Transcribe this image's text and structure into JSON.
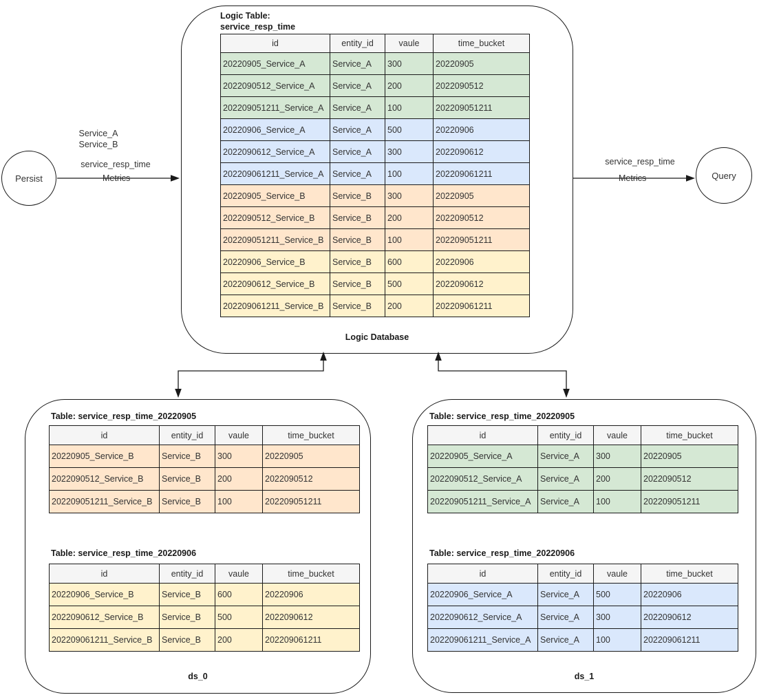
{
  "colors": {
    "green": "#d5e8d4",
    "blue": "#dae8fc",
    "orange": "#ffe6cc",
    "yellow": "#fff2cc",
    "header_bg": "#f5f5f5",
    "border": "#1a1a1a"
  },
  "nodes": {
    "persist": {
      "label": "Persist"
    },
    "query": {
      "label": "Query"
    },
    "logic_db": {
      "label": "Logic Database"
    },
    "ds_0": {
      "label": "ds_0"
    },
    "ds_1": {
      "label": "ds_1"
    }
  },
  "edges": {
    "persist_to_db": {
      "services_label": "Service_A\nService_B",
      "metric_name": "service_resp_time",
      "line_label": "Metrics"
    },
    "db_to_query": {
      "metric_name": "service_resp_time",
      "line_label": "Metrics"
    }
  },
  "tables": {
    "logic": {
      "title": "Logic Table:\nservice_resp_time",
      "columns": [
        "id",
        "entity_id",
        "vaule",
        "time_bucket"
      ],
      "rows": [
        {
          "color": "green",
          "cells": [
            "20220905_Service_A",
            "Service_A",
            "300",
            "20220905"
          ]
        },
        {
          "color": "green",
          "cells": [
            "2022090512_Service_A",
            "Service_A",
            "200",
            "2022090512"
          ]
        },
        {
          "color": "green",
          "cells": [
            "202209051211_Service_A",
            "Service_A",
            "100",
            "202209051211"
          ]
        },
        {
          "color": "blue",
          "cells": [
            "20220906_Service_A",
            "Service_A",
            "500",
            "20220906"
          ]
        },
        {
          "color": "blue",
          "cells": [
            "2022090612_Service_A",
            "Service_A",
            "300",
            "2022090612"
          ]
        },
        {
          "color": "blue",
          "cells": [
            "202209061211_Service_A",
            "Service_A",
            "100",
            "202209061211"
          ]
        },
        {
          "color": "orange",
          "cells": [
            "20220905_Service_B",
            "Service_B",
            "300",
            "20220905"
          ]
        },
        {
          "color": "orange",
          "cells": [
            "2022090512_Service_B",
            "Service_B",
            "200",
            "2022090512"
          ]
        },
        {
          "color": "orange",
          "cells": [
            "202209051211_Service_B",
            "Service_B",
            "100",
            "202209051211"
          ]
        },
        {
          "color": "yellow",
          "cells": [
            "20220906_Service_B",
            "Service_B",
            "600",
            "20220906"
          ]
        },
        {
          "color": "yellow",
          "cells": [
            "2022090612_Service_B",
            "Service_B",
            "500",
            "2022090612"
          ]
        },
        {
          "color": "yellow",
          "cells": [
            "202209061211_Service_B",
            "Service_B",
            "200",
            "202209061211"
          ]
        }
      ]
    },
    "ds0_t1": {
      "title": "Table: service_resp_time_20220905",
      "columns": [
        "id",
        "entity_id",
        "vaule",
        "time_bucket"
      ],
      "rows": [
        {
          "color": "orange",
          "cells": [
            "20220905_Service_B",
            "Service_B",
            "300",
            "20220905"
          ]
        },
        {
          "color": "orange",
          "cells": [
            "2022090512_Service_B",
            "Service_B",
            "200",
            "2022090512"
          ]
        },
        {
          "color": "orange",
          "cells": [
            "202209051211_Service_B",
            "Service_B",
            "100",
            "202209051211"
          ]
        }
      ]
    },
    "ds0_t2": {
      "title": "Table: service_resp_time_20220906",
      "columns": [
        "id",
        "entity_id",
        "vaule",
        "time_bucket"
      ],
      "rows": [
        {
          "color": "yellow",
          "cells": [
            "20220906_Service_B",
            "Service_B",
            "600",
            "20220906"
          ]
        },
        {
          "color": "yellow",
          "cells": [
            "2022090612_Service_B",
            "Service_B",
            "500",
            "2022090612"
          ]
        },
        {
          "color": "yellow",
          "cells": [
            "202209061211_Service_B",
            "Service_B",
            "200",
            "202209061211"
          ]
        }
      ]
    },
    "ds1_t1": {
      "title": "Table: service_resp_time_20220905",
      "columns": [
        "id",
        "entity_id",
        "vaule",
        "time_bucket"
      ],
      "rows": [
        {
          "color": "green",
          "cells": [
            "20220905_Service_A",
            "Service_A",
            "300",
            "20220905"
          ]
        },
        {
          "color": "green",
          "cells": [
            "2022090512_Service_A",
            "Service_A",
            "200",
            "2022090512"
          ]
        },
        {
          "color": "green",
          "cells": [
            "202209051211_Service_A",
            "Service_A",
            "100",
            "202209051211"
          ]
        }
      ]
    },
    "ds1_t2": {
      "title": "Table: service_resp_time_20220906",
      "columns": [
        "id",
        "entity_id",
        "vaule",
        "time_bucket"
      ],
      "rows": [
        {
          "color": "blue",
          "cells": [
            "20220906_Service_A",
            "Service_A",
            "500",
            "20220906"
          ]
        },
        {
          "color": "blue",
          "cells": [
            "2022090612_Service_A",
            "Service_A",
            "300",
            "2022090612"
          ]
        },
        {
          "color": "blue",
          "cells": [
            "202209061211_Service_A",
            "Service_A",
            "100",
            "202209061211"
          ]
        }
      ]
    }
  }
}
